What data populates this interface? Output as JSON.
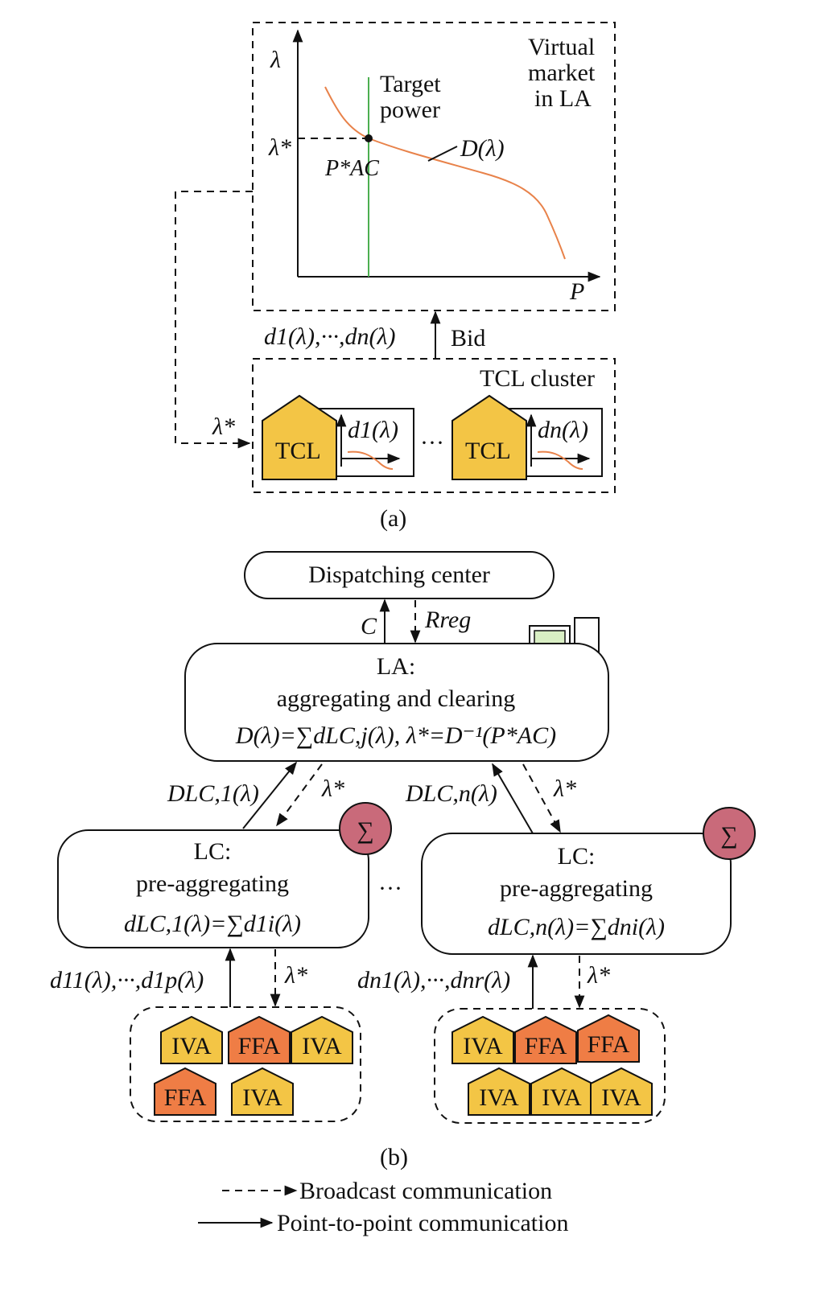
{
  "panel_a": {
    "axis_y_label": "λ",
    "axis_x_label": "P",
    "lambda_star": "λ*",
    "target_label_line1": "Target",
    "target_label_line2": "power",
    "p_ac_star": "P*AC",
    "demand_curve_label": "D(λ)",
    "market_line1": "Virtual",
    "market_line2": "market",
    "market_line3": "in LA",
    "bids_label": "d1(λ),···,dn(λ)",
    "bid_label": "Bid",
    "cluster_title": "TCL cluster",
    "feedback_label": "λ*",
    "tcl_1": {
      "house_label": "TCL",
      "curve_label": "d1(λ)"
    },
    "tcl_n": {
      "house_label": "TCL",
      "curve_label": "dn(λ)"
    },
    "ellipsis": "···",
    "caption": "(a)",
    "colors": {
      "demand_curve": "#e8824a",
      "target_line": "#4caf50",
      "house": "#f3c545"
    }
  },
  "panel_b": {
    "dispatch_center": "Dispatching center",
    "c_label": "C",
    "r_reg_label": "Rreg",
    "la_title": "LA:",
    "la_subtitle": "aggregating and clearing",
    "la_formula": "D(λ)=∑dLC,j(λ), λ*=D⁻¹(P*AC)",
    "d_lc1_label": "DLC,1(λ)",
    "d_lcn_label": "DLC,n(λ)",
    "lambda_star_left": "λ*",
    "lambda_star_right": "λ*",
    "sum_symbol": "∑",
    "lc_left": {
      "title": "LC:",
      "subtitle": "pre-aggregating",
      "formula": "dLC,1(λ)=∑d1i(λ)",
      "bids_label": "d11(λ),···,d1p(λ)",
      "lambda_label": "λ*",
      "devices_row1": [
        "IVA",
        "FFA",
        "IVA"
      ],
      "devices_row2": [
        "FFA",
        "IVA"
      ]
    },
    "lc_right": {
      "title": "LC:",
      "subtitle": "pre-aggregating",
      "formula": "dLC,n(λ)=∑dni(λ)",
      "bids_label": "dn1(λ),···,dnr(λ)",
      "lambda_label": "λ*",
      "devices_row1": [
        "IVA",
        "FFA",
        "FFA"
      ],
      "devices_row2": [
        "IVA",
        "IVA",
        "IVA"
      ]
    },
    "ellipsis": "···",
    "caption": "(b)",
    "colors": {
      "iva": "#f3c545",
      "ffa": "#ef7d45",
      "sum_circle": "#c96a7a",
      "monitor_screen": "#d9efc4"
    }
  },
  "legend": {
    "broadcast": "Broadcast communication",
    "point_to_point": "Point-to-point communication"
  }
}
